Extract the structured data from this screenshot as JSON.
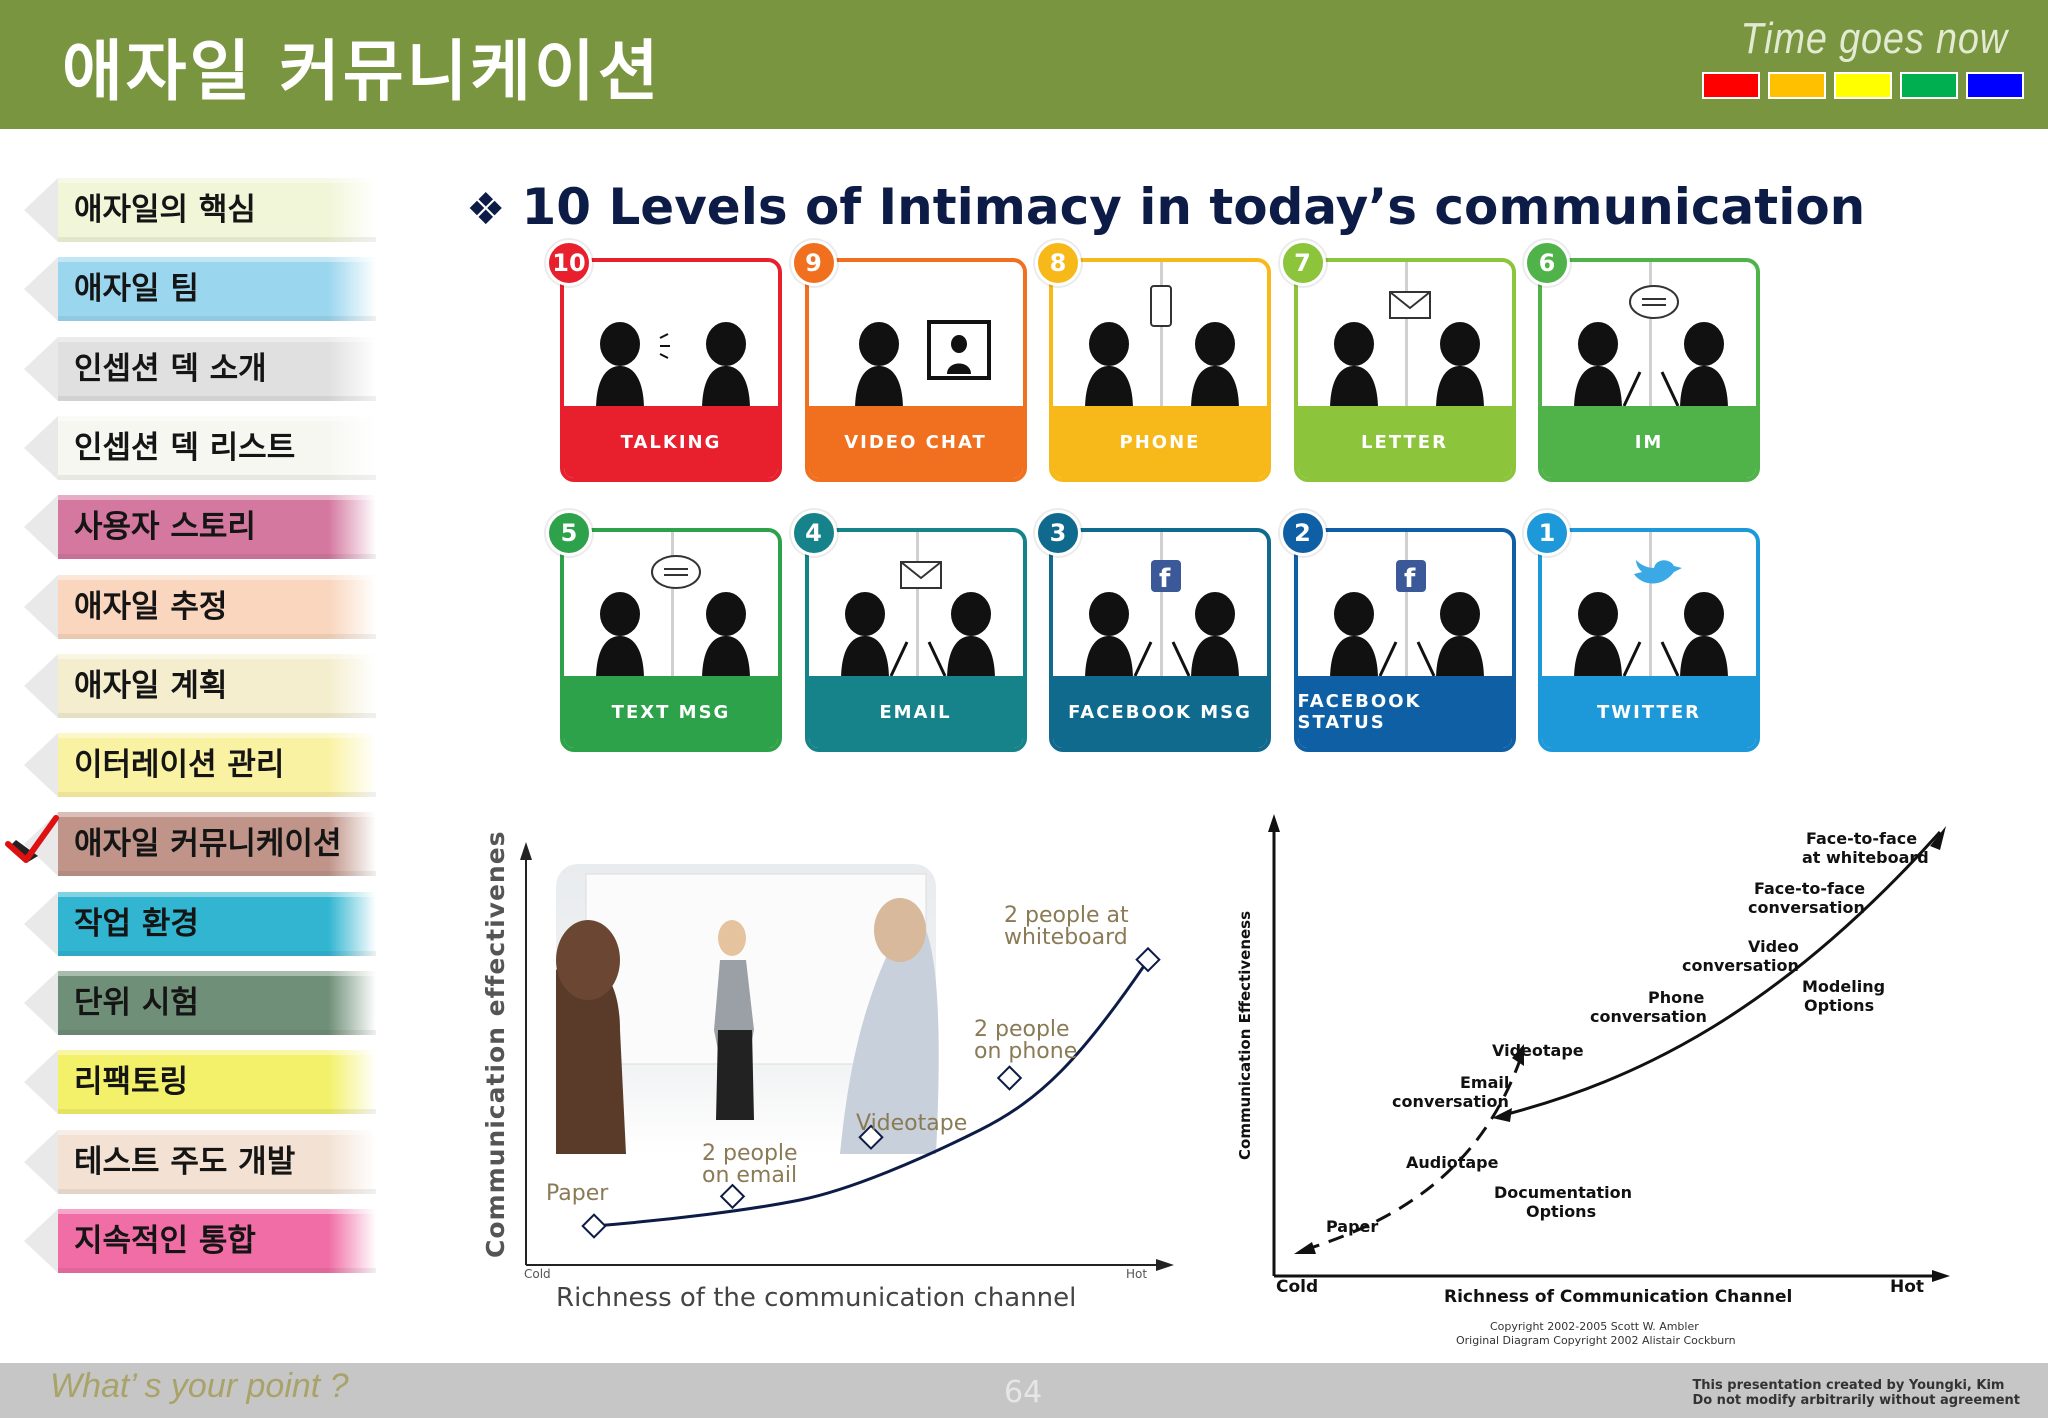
{
  "header": {
    "title": "애자일 커뮤니케이션",
    "tagline": "Time goes now",
    "swatches": [
      "#ff0000",
      "#ffc000",
      "#ffff00",
      "#00b050",
      "#0000ff"
    ]
  },
  "sidebar": {
    "items": [
      {
        "label": "애자일의 핵심",
        "color": "#f1f6d8"
      },
      {
        "label": "애자일 팀",
        "color": "#9bd6ef"
      },
      {
        "label": "인셉션 덱 소개",
        "color": "#e0e0e0"
      },
      {
        "label": "인셉션 덱 리스트",
        "color": "#f7f7f2"
      },
      {
        "label": "사용자 스토리",
        "color": "#d4789f"
      },
      {
        "label": "애자일 추정",
        "color": "#f9d6bd"
      },
      {
        "label": "애자일 계획",
        "color": "#f4eecf"
      },
      {
        "label": "이터레이션 관리",
        "color": "#faf2a3"
      },
      {
        "label": "애자일 커뮤니케이션",
        "color": "#c09488",
        "selected": true
      },
      {
        "label": "작업 환경",
        "color": "#31b5d1"
      },
      {
        "label": "단위 시험",
        "color": "#6f8f78"
      },
      {
        "label": "리팩토링",
        "color": "#f3f169"
      },
      {
        "label": "테스트 주도 개발",
        "color": "#f3e2d4"
      },
      {
        "label": "지속적인 통합",
        "color": "#f06da5"
      }
    ]
  },
  "main": {
    "bullet": "❖",
    "title": "10 Levels of Intimacy in today’s communication"
  },
  "levels": [
    {
      "number": "10",
      "label": "TALKING",
      "color": "#e8202e",
      "icon": "speech-waves"
    },
    {
      "number": "9",
      "label": "VIDEO CHAT",
      "color": "#f07020",
      "icon": "video-screen"
    },
    {
      "number": "8",
      "label": "PHONE",
      "color": "#f7b81a",
      "icon": "mobile-phone"
    },
    {
      "number": "7",
      "label": "LETTER",
      "color": "#8cc43c",
      "icon": "envelope"
    },
    {
      "number": "6",
      "label": "IM",
      "color": "#4fb34a",
      "icon": "chat-bubble"
    },
    {
      "number": "5",
      "label": "TEXT MSG",
      "color": "#2ea24a",
      "icon": "chat-bubble"
    },
    {
      "number": "4",
      "label": "EMAIL",
      "color": "#16828a",
      "icon": "envelope"
    },
    {
      "number": "3",
      "label": "FACEBOOK MSG",
      "color": "#106a8e",
      "icon": "facebook"
    },
    {
      "number": "2",
      "label": "FACEBOOK STATUS",
      "color": "#0f5fa5",
      "icon": "facebook"
    },
    {
      "number": "1",
      "label": "TWITTER",
      "color": "#1d98d8",
      "icon": "twitter-bird"
    }
  ],
  "chart_data": [
    {
      "type": "line",
      "ylabel": "Communication effectiveness",
      "xlabel": "Richness of the communication channel",
      "x_ticks": [
        "Cold",
        "Hot"
      ],
      "points": [
        {
          "label": "Paper",
          "x": 1,
          "y": 1
        },
        {
          "label": "2 people on email",
          "x": 2,
          "y": 2
        },
        {
          "label": "Videotape",
          "x": 3,
          "y": 4
        },
        {
          "label": "2 people on phone",
          "x": 4,
          "y": 6
        },
        {
          "label": "2 people at whiteboard",
          "x": 5,
          "y": 10
        }
      ]
    },
    {
      "type": "line",
      "ylabel": "Communication Effectiveness",
      "xlabel": "Richness of Communication Channel",
      "x_ticks": [
        "Cold",
        "Hot"
      ],
      "series": [
        {
          "name": "Modeling Options",
          "labels": [
            "Email conversation",
            "Phone conversation",
            "Video conversation",
            "Face-to-face conversation",
            "Face-to-face at whiteboard"
          ]
        },
        {
          "name": "Documentation Options",
          "labels": [
            "Paper",
            "Audiotape",
            "Videotape"
          ]
        }
      ],
      "annotations": {
        "modeling": "Modeling Options",
        "documentation": "Documentation Options",
        "copyright1": "Copyright 2002-2005 Scott W. Ambler",
        "copyright2": "Original Diagram Copyright 2002 Alistair Cockburn"
      }
    }
  ],
  "footer": {
    "quote": "What’ s your point ?",
    "page": "64",
    "credit1": "This presentation created by  Youngki, Kim",
    "credit2": "Do not modify arbitrarily without agreement"
  }
}
